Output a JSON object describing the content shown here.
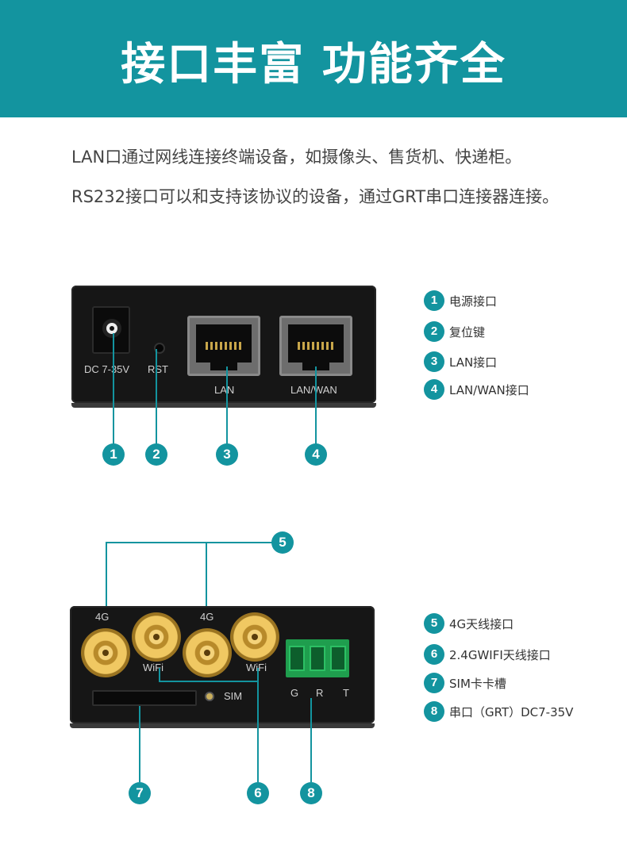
{
  "header": {
    "title": "接口丰富 功能齐全"
  },
  "intro": {
    "paragraph1": "LAN口通过网线连接终端设备，如摄像头、售货机、快递柜。",
    "paragraph2": "RS232接口可以和支持该协议的设备，通过GRT串口连接器连接。"
  },
  "device1": {
    "silk_dc": "DC 7-35V",
    "silk_rst": "RST",
    "silk_lan": "LAN",
    "silk_lanwan": "LAN/WAN",
    "callouts": [
      "1",
      "2",
      "3",
      "4"
    ]
  },
  "legend1": [
    {
      "num": "1",
      "label": "电源接口"
    },
    {
      "num": "2",
      "label": "复位键"
    },
    {
      "num": "3",
      "label": "LAN接口"
    },
    {
      "num": "4",
      "label": "LAN/WAN接口"
    }
  ],
  "device2": {
    "silk_4g_a": "4G",
    "silk_wifi_a": "WiFi",
    "silk_4g_b": "4G",
    "silk_wifi_b": "WiFi",
    "silk_sim": "SIM",
    "silk_g": "G",
    "silk_r": "R",
    "silk_t": "T",
    "callouts": [
      "5",
      "6",
      "7",
      "8"
    ]
  },
  "legend2": [
    {
      "num": "5",
      "label": "4G天线接口"
    },
    {
      "num": "6",
      "label": "2.4GWIFI天线接口"
    },
    {
      "num": "7",
      "label": "SIM卡卡槽"
    },
    {
      "num": "8",
      "label": "串口（GRT）DC7-35V"
    }
  ],
  "colors": {
    "accent": "#13949f",
    "device": "#161616",
    "terminal": "#1f9e4e",
    "gold": "#e2b650"
  }
}
